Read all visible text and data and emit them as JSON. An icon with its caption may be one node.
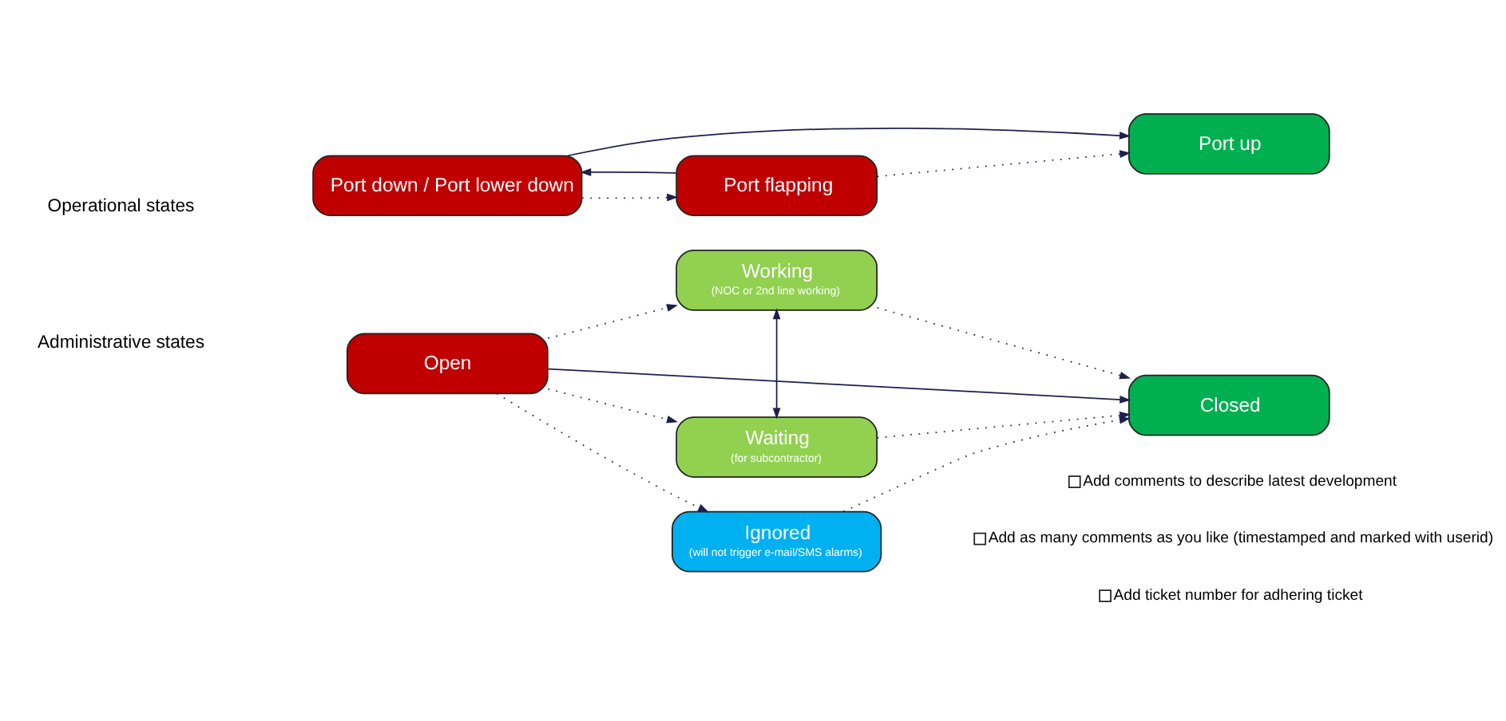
{
  "diagram": {
    "nodes": [
      {
        "text": [
          "Port down / Port lower down"
        ]
      },
      {
        "text": [
          "Port up"
        ]
      },
      {
        "text": [
          "Port flapping"
        ]
      },
      {
        "text": [
          "Working",
          "(NOC or 2nd line working)"
        ]
      },
      {
        "text": [
          "Open"
        ]
      },
      {
        "text": [
          "Closed"
        ]
      },
      {
        "text": [
          "Waiting",
          "(for subcontractor)"
        ]
      },
      {
        "text": [
          "Ignored",
          "(will not trigger e-mail/SMS alarms)"
        ]
      }
    ],
    "edges": [
      {
        "from": 0,
        "to": 1,
        "arrow": "to"
      },
      {
        "from": 0,
        "to": 2,
        "arrow": "to",
        "style": "dashed"
      },
      {
        "from": 2,
        "to": 0,
        "arrow": "to"
      },
      {
        "from": 2,
        "to": 1,
        "arrow": "to",
        "style": "dashed"
      },
      {
        "from": 4,
        "to": 3,
        "arrow": "to",
        "style": "dashed"
      },
      {
        "from": 4,
        "to": 5,
        "arrow": "to"
      },
      {
        "from": 4,
        "to": 6,
        "arrow": "to",
        "style": "dashed"
      },
      {
        "from": 4,
        "to": 7,
        "arrow": "to",
        "style": "dashed"
      },
      {
        "from": 3,
        "to": 5,
        "arrow": "to",
        "style": "dashed"
      },
      {
        "from": 6,
        "to": 5,
        "arrow": "to",
        "style": "dashed"
      },
      {
        "from": 7,
        "to": 5,
        "arrow": "to",
        "style": "dashed"
      },
      {
        "from": 3,
        "to": 6,
        "arrow": "both"
      }
    ],
    "labels": [
      "Operational states",
      "Administrative states",
      "Add comments to describe latest development",
      "Add as many comments as you like (timestamped and marked with userid)",
      "Add ticket number for adhering ticket"
    ]
  }
}
